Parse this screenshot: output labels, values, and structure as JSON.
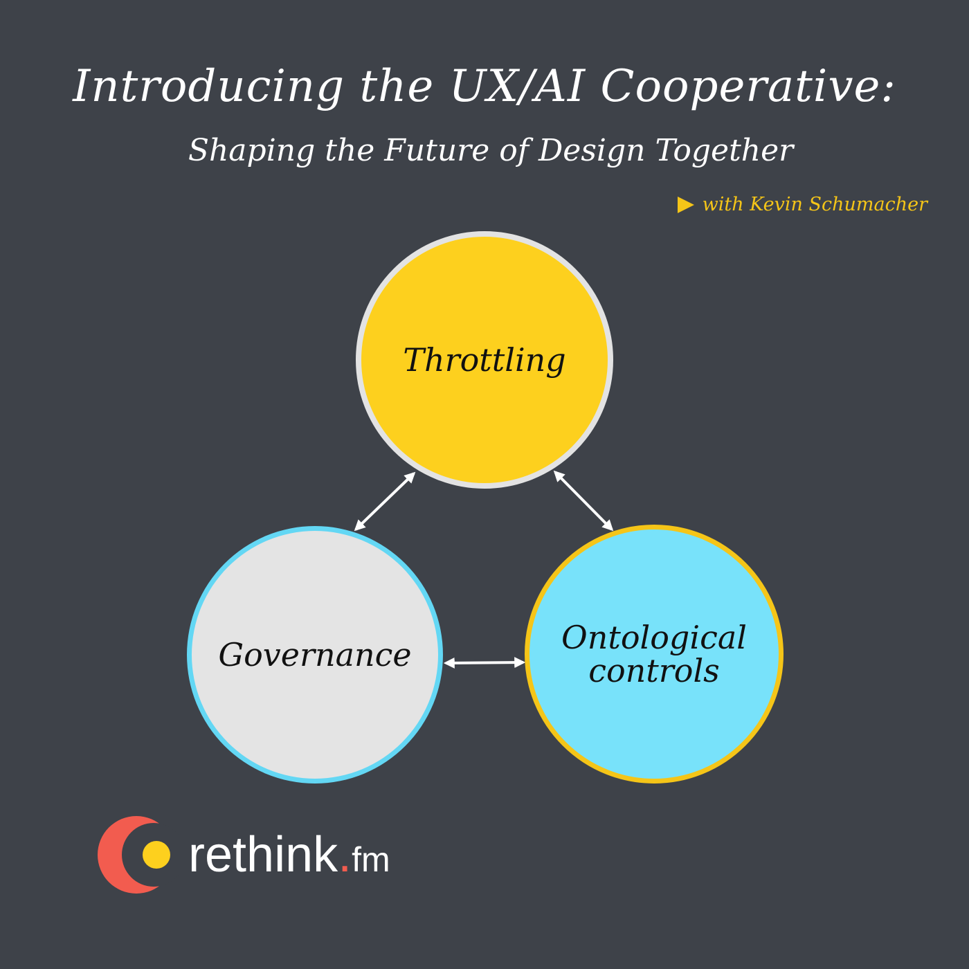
{
  "header": {
    "title": "Introducing the UX/AI Cooperative:",
    "subtitle": "Shaping the Future of Design Together",
    "byline": "with Kevin Schumacher"
  },
  "nodes": {
    "top": {
      "label": "Throttling"
    },
    "left": {
      "label": "Governance"
    },
    "right": {
      "label": "Ontological\ncontrols"
    }
  },
  "logo": {
    "name": "rethink",
    "dot": ".",
    "tld": "fm"
  },
  "colors": {
    "background": "#3e4249",
    "yellow": "#fdd01e",
    "cyan": "#78e2fa",
    "grey": "#e4e4e4",
    "coral": "#f25c4f"
  }
}
